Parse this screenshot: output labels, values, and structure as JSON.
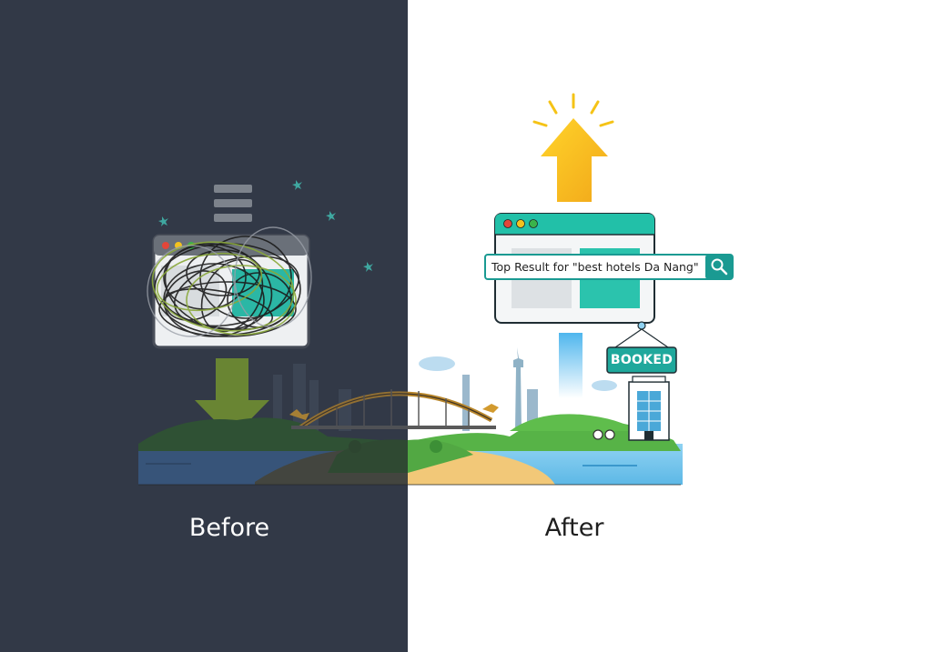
{
  "panels": {
    "before": {
      "label": "Before",
      "background": "#323947"
    },
    "after": {
      "label": "After",
      "background": "#ffffff"
    }
  },
  "search_bar": {
    "text": "Top Result for \"best hotels Da Nang\"",
    "icon": "search-icon",
    "accent": "#1a9a92"
  },
  "booked_sign": {
    "label": "BOOKED",
    "color": "#1fa89c"
  },
  "colors": {
    "arrow_down": "#7fa22b",
    "arrow_up": "#f6c01a",
    "browser_bar": "#1fb59e",
    "tangle": "#1b1b1b"
  }
}
